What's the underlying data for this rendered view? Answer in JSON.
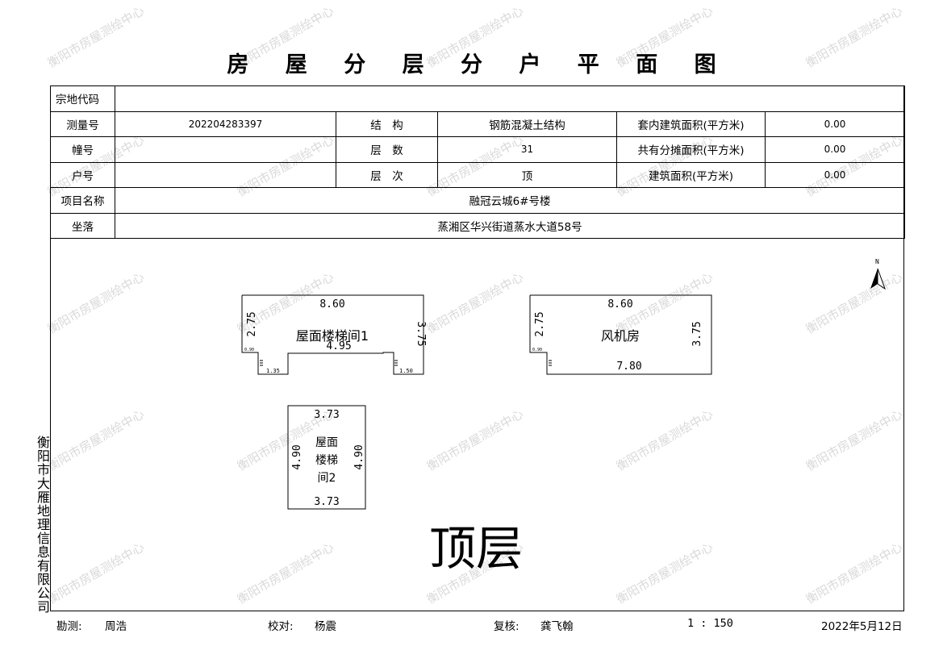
{
  "title": "房 屋 分 层 分 户 平 面 图",
  "info": {
    "parcel_code": {
      "label": "宗地代码",
      "value": ""
    },
    "survey_no": {
      "label": "测量号",
      "value": "202204283397"
    },
    "building_no": {
      "label": "幢号",
      "value": ""
    },
    "unit_no": {
      "label": "户号",
      "value": ""
    },
    "structure": {
      "label": "结　构",
      "value": "钢筋混凝土结构"
    },
    "floors": {
      "label": "层　数",
      "value": "31"
    },
    "floor_level": {
      "label": "层　次",
      "value": "顶"
    },
    "inner_area": {
      "label": "套内建筑面积(平方米)",
      "value": "0.00"
    },
    "shared_area": {
      "label": "共有分摊面积(平方米)",
      "value": "0.00"
    },
    "building_area": {
      "label": "建筑面积(平方米)",
      "value": "0.00"
    },
    "project": {
      "label": "项目名称",
      "value": "融冠云城6#号楼"
    },
    "location": {
      "label": "坐落",
      "value": "蒸湘区华兴街道蒸水大道58号"
    }
  },
  "plan": {
    "north": "N",
    "floor_label": "顶层",
    "rooms": {
      "stair1": {
        "name": "屋面楼梯间1",
        "top": "8.60",
        "left": "2.75",
        "right": "3.75",
        "inner": "4.95",
        "small_left": "0.90",
        "step_left": "1.35",
        "step_right": "1.50"
      },
      "fan": {
        "name": "风机房",
        "top": "8.60",
        "left": "2.75",
        "right": "3.75",
        "bottom": "7.80",
        "small_left": "0.90"
      },
      "stair2": {
        "name_lines": [
          "屋面",
          "楼梯",
          "间2"
        ],
        "top": "3.73",
        "bottom": "3.73",
        "left": "4.90",
        "right": "4.90"
      }
    }
  },
  "company": "衡阳市大雁地理信息有限公司",
  "footer": {
    "surveyor_label": "勘测:",
    "surveyor": "周浩",
    "checker_label": "校对:",
    "checker": "杨震",
    "reviewer_label": "复核:",
    "reviewer": "龚飞翰",
    "scale": "1 : 150",
    "date": "2022年5月12日"
  },
  "watermark": "衡阳市房屋测绘中心"
}
